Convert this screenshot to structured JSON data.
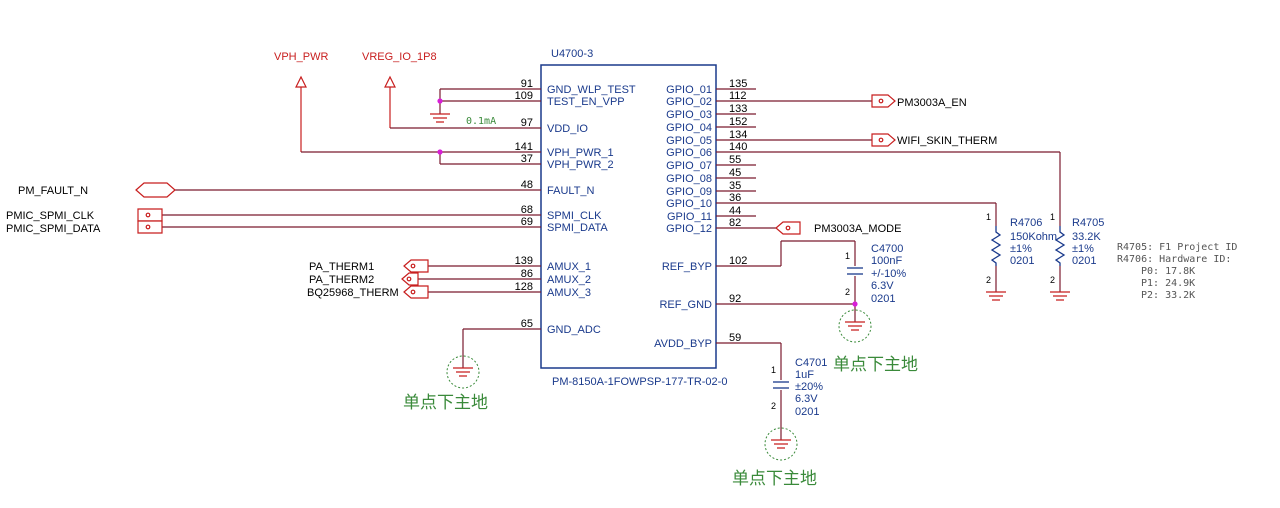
{
  "ic": {
    "ref": "U4700-3",
    "part": "PM-8150A-1FOWPSP-177-TR-02-0",
    "left_pins": [
      {
        "name": "GND_WLP_TEST",
        "num": "91"
      },
      {
        "name": "TEST_EN_VPP",
        "num": "109"
      },
      {
        "name": "VDD_IO",
        "num": "97"
      },
      {
        "name": "VPH_PWR_1",
        "num": "141"
      },
      {
        "name": "VPH_PWR_2",
        "num": "37"
      },
      {
        "name": "FAULT_N",
        "num": "48"
      },
      {
        "name": "SPMI_CLK",
        "num": "68"
      },
      {
        "name": "SPMI_DATA",
        "num": "69"
      },
      {
        "name": "AMUX_1",
        "num": "139"
      },
      {
        "name": "AMUX_2",
        "num": "86"
      },
      {
        "name": "AMUX_3",
        "num": "128"
      },
      {
        "name": "GND_ADC",
        "num": "65"
      }
    ],
    "right_pins": [
      {
        "name": "GPIO_01",
        "num": "135"
      },
      {
        "name": "GPIO_02",
        "num": "112"
      },
      {
        "name": "GPIO_03",
        "num": "133"
      },
      {
        "name": "GPIO_04",
        "num": "152"
      },
      {
        "name": "GPIO_05",
        "num": "134"
      },
      {
        "name": "GPIO_06",
        "num": "140"
      },
      {
        "name": "GPIO_07",
        "num": "55"
      },
      {
        "name": "GPIO_08",
        "num": "45"
      },
      {
        "name": "GPIO_09",
        "num": "35"
      },
      {
        "name": "GPIO_10",
        "num": "36"
      },
      {
        "name": "GPIO_11",
        "num": "44"
      },
      {
        "name": "GPIO_12",
        "num": "82"
      },
      {
        "name": "REF_BYP",
        "num": "102"
      },
      {
        "name": "REF_GND",
        "num": "92"
      },
      {
        "name": "AVDD_BYP",
        "num": "59"
      }
    ]
  },
  "power_labels": {
    "vph": "VPH_PWR",
    "vreg": "VREG_IO_1P8",
    "current": "0.1mA"
  },
  "nets": {
    "fault": "PM_FAULT_N",
    "spmi_clk": "PMIC_SPMI_CLK",
    "spmi_data": "PMIC_SPMI_DATA",
    "pa_therm1": "PA_THERM1",
    "pa_therm2": "PA_THERM2",
    "bq_therm": "BQ25968_THERM",
    "pm3003a_en": "PM3003A_EN",
    "wifi_skin": "WIFI_SKIN_THERM",
    "pm3003a_mode": "PM3003A_MODE"
  },
  "parts": {
    "r4706": {
      "ref": "R4706",
      "value": "150Kohm",
      "tol": "±1%",
      "pkg": "0201",
      "pin1": "1",
      "pin2": "2"
    },
    "r4705": {
      "ref": "R4705",
      "value": "33.2K",
      "tol": "±1%",
      "pkg": "0201",
      "pin1": "1",
      "pin2": "2"
    },
    "c4700": {
      "ref": "C4700",
      "value": "100nF",
      "tol": "+/-10%",
      "volt": "6.3V",
      "pkg": "0201",
      "pin1": "1",
      "pin2": "2"
    },
    "c4701": {
      "ref": "C4701",
      "value": "1uF",
      "tol": "±20%",
      "volt": "6.3V",
      "pkg": "0201",
      "pin1": "1",
      "pin2": "2"
    }
  },
  "notes": [
    "R4705: F1 Project ID",
    "R4706: Hardware ID:",
    "P0: 17.8K",
    "P1: 24.9K",
    "P2: 33.2K"
  ],
  "ground_note": "单点下主地",
  "colors": {
    "ic_blue": "#1a3a8c",
    "wire": "#7a1a2e",
    "net_red": "#c81e1e",
    "annotation_green": "#3a8a3a",
    "junction": "#d81ed8"
  }
}
